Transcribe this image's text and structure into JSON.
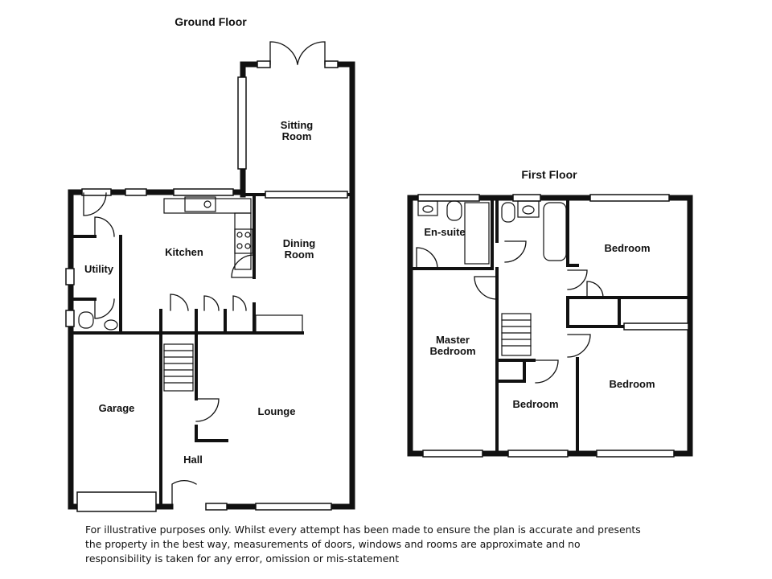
{
  "ground_floor": {
    "title": "Ground Floor",
    "rooms": {
      "sitting_room": "Sitting\nRoom",
      "kitchen": "Kitchen",
      "dining_room": "Dining\nRoom",
      "utility": "Utility",
      "garage": "Garage",
      "lounge": "Lounge",
      "hall": "Hall"
    }
  },
  "first_floor": {
    "title": "First Floor",
    "rooms": {
      "en_suite": "En-suite",
      "bedroom_top_right": "Bedroom",
      "master_bedroom": "Master\nBedroom",
      "bedroom_small": "Bedroom",
      "bedroom_bottom_right": "Bedroom"
    }
  },
  "disclaimer": {
    "line1": "For illustrative purposes only. Whilst every attempt has been made to ensure the plan is accurate and presents",
    "line2": "the property in the best way, measurements of doors, windows and rooms are approximate and no",
    "line3": "responsibility is taken for any error, omission or mis-statement"
  }
}
